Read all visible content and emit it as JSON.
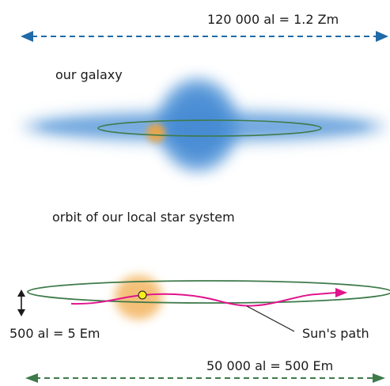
{
  "labels": {
    "galaxy_diameter": "120 000 al = 1.2 Zm",
    "galaxy": "our galaxy",
    "orbit_title": "orbit of our local star system",
    "thickness": "500 al = 5 Em",
    "sun_path": "Sun's path",
    "orbit_diameter": "50 000 al =  500 Em"
  },
  "colors": {
    "galaxy_blue": "#4a90d9",
    "orbit_green": "#3e7a4a",
    "sun_glow": "#f0a640",
    "sun_path_magenta": "#e0148c",
    "top_arrow_blue": "#1f6aa8",
    "bottom_arrow_green": "#3e7a4a",
    "sun_dot_yellow": "#f5ef1a"
  },
  "icons": {
    "top_arrow": "double-headed-dashed-arrow",
    "thickness_arrow": "vertical-double-headed-arrow",
    "bottom_arrow": "double-headed-dashed-arrow"
  }
}
